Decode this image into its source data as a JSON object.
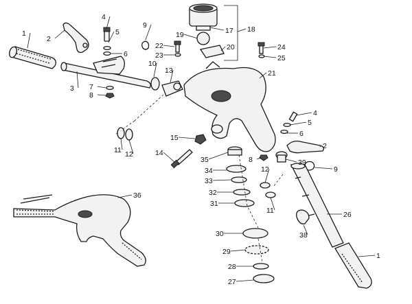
{
  "diagram": {
    "callouts": [
      {
        "id": "c1a",
        "text": "1"
      },
      {
        "id": "c2a",
        "text": "2"
      },
      {
        "id": "c3",
        "text": "3"
      },
      {
        "id": "c4a",
        "text": "4"
      },
      {
        "id": "c5a",
        "text": "5"
      },
      {
        "id": "c6a",
        "text": "6"
      },
      {
        "id": "c7",
        "text": "7"
      },
      {
        "id": "c8a",
        "text": "8"
      },
      {
        "id": "c9a",
        "text": "9"
      },
      {
        "id": "c10",
        "text": "10"
      },
      {
        "id": "c13",
        "text": "13"
      },
      {
        "id": "c11a",
        "text": "11"
      },
      {
        "id": "c12a",
        "text": "12"
      },
      {
        "id": "c14",
        "text": "14"
      },
      {
        "id": "c15",
        "text": "15"
      },
      {
        "id": "c17",
        "text": "17"
      },
      {
        "id": "c18",
        "text": "18"
      },
      {
        "id": "c19",
        "text": "19"
      },
      {
        "id": "c20",
        "text": "20"
      },
      {
        "id": "c22",
        "text": "22"
      },
      {
        "id": "c23",
        "text": "23"
      },
      {
        "id": "c24",
        "text": "24"
      },
      {
        "id": "c25",
        "text": "25"
      },
      {
        "id": "c21",
        "text": "21"
      },
      {
        "id": "c4b",
        "text": "4"
      },
      {
        "id": "c5b",
        "text": "5"
      },
      {
        "id": "c6b",
        "text": "6"
      },
      {
        "id": "c2b",
        "text": "2"
      },
      {
        "id": "c9b",
        "text": "9"
      },
      {
        "id": "c39",
        "text": "39"
      },
      {
        "id": "c8b",
        "text": "8"
      },
      {
        "id": "c35",
        "text": "35"
      },
      {
        "id": "c34",
        "text": "34"
      },
      {
        "id": "c33",
        "text": "33"
      },
      {
        "id": "c32",
        "text": "32"
      },
      {
        "id": "c31",
        "text": "31"
      },
      {
        "id": "c30",
        "text": "30"
      },
      {
        "id": "c29",
        "text": "29"
      },
      {
        "id": "c28",
        "text": "28"
      },
      {
        "id": "c27",
        "text": "27"
      },
      {
        "id": "c12b",
        "text": "12"
      },
      {
        "id": "c11b",
        "text": "11"
      },
      {
        "id": "c26",
        "text": "26"
      },
      {
        "id": "c38",
        "text": "38"
      },
      {
        "id": "c1b",
        "text": "1"
      },
      {
        "id": "c36",
        "text": "36"
      }
    ]
  }
}
